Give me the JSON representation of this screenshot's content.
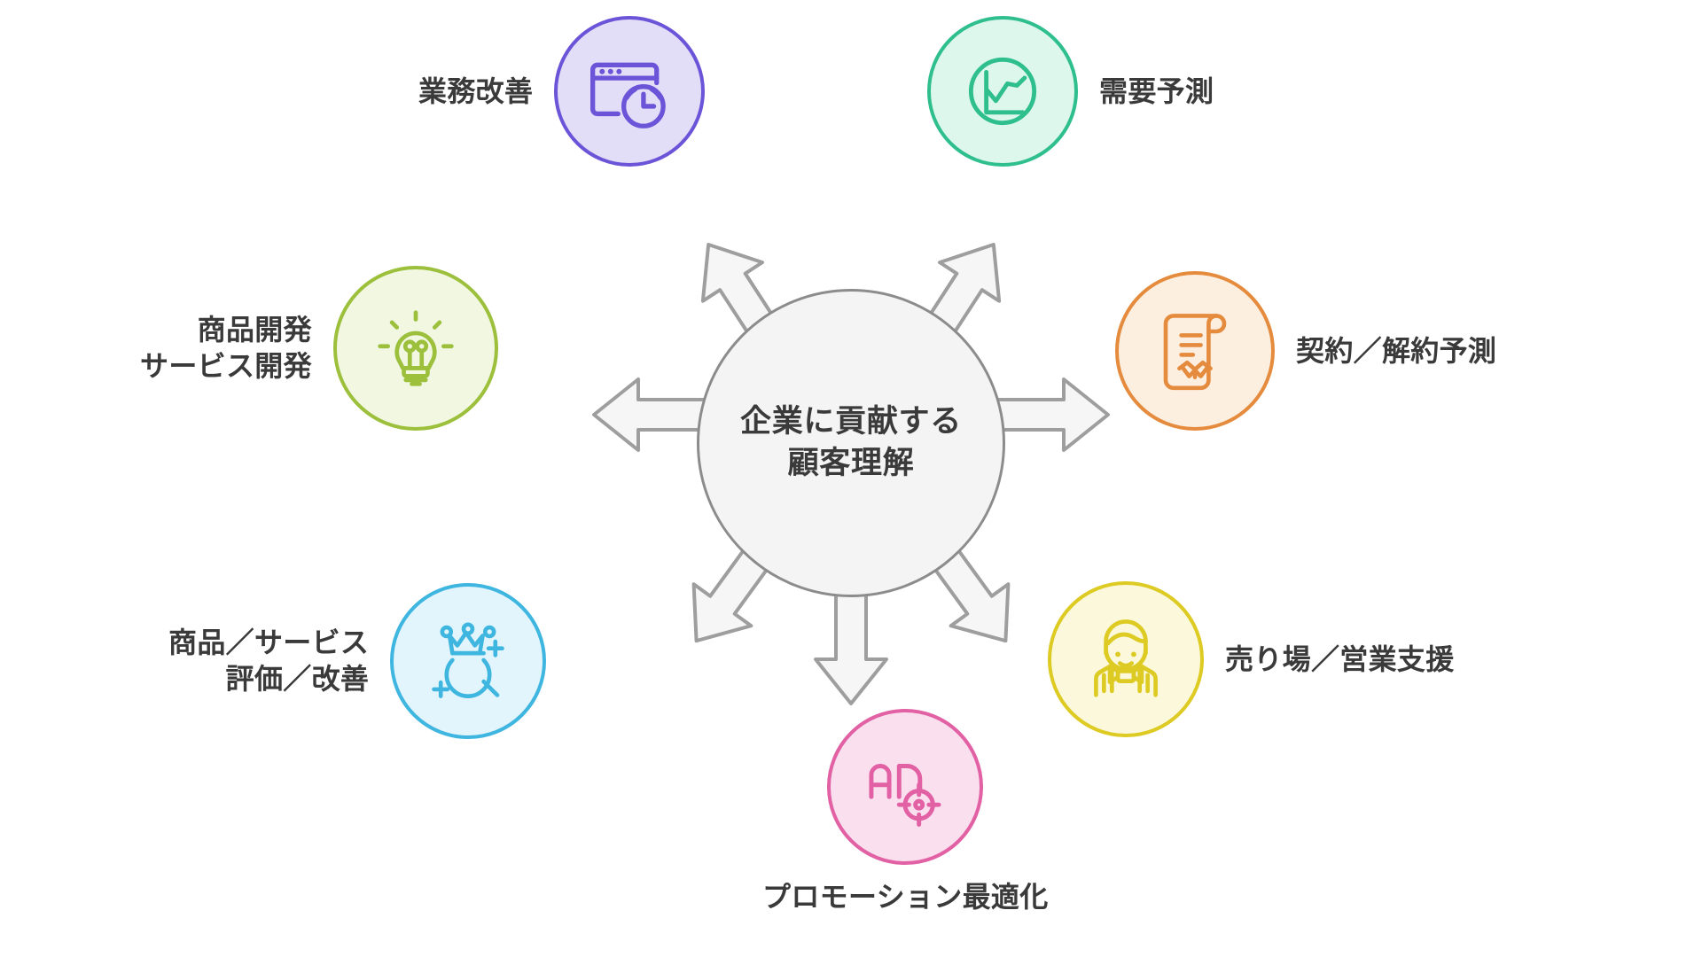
{
  "diagram": {
    "type": "hub-and-spoke",
    "center": {
      "line1": "企業に貢献する",
      "line2": "顧客理解",
      "fill_color": "#f4f4f4",
      "border_color": "#8c8c8c"
    },
    "arrow_color": "#9a9a9a",
    "arrow_fill": "#f6f6f6",
    "nodes": [
      {
        "id": "gyomu-kaizen",
        "label_line1": "業務改善",
        "label_line2": "",
        "icon": "browser-clock-icon",
        "color": "#6c54d8",
        "fill": "#e3def8",
        "position": "top-left"
      },
      {
        "id": "juyo-yosoku",
        "label_line1": "需要予測",
        "label_line2": "",
        "icon": "line-chart-circle-icon",
        "color": "#2fbf8f",
        "fill": "#ddf7ec",
        "position": "top-right"
      },
      {
        "id": "shohin-kaihatsu",
        "label_line1": "商品開発",
        "label_line2": "サービス開発",
        "icon": "lightbulb-icon",
        "color": "#9cc03c",
        "fill": "#f1f7e0",
        "position": "left"
      },
      {
        "id": "keiyaku-kaiyaku-yosoku",
        "label_line1": "契約／解約予測",
        "label_line2": "",
        "icon": "contract-handshake-icon",
        "color": "#e58b3d",
        "fill": "#fdefe0",
        "position": "right"
      },
      {
        "id": "hyouka-kaizen",
        "label_line1": "商品／サービス",
        "label_line2": "評価／改善",
        "icon": "crown-magnifier-icon",
        "color": "#3fb6e0",
        "fill": "#e2f5fc",
        "position": "bottom-left"
      },
      {
        "id": "uriba-eigyo-shien",
        "label_line1": "売り場／営業支援",
        "label_line2": "",
        "icon": "salesperson-icon",
        "color": "#ddcb24",
        "fill": "#fbf8db",
        "position": "bottom-right"
      },
      {
        "id": "promotion-saitekika",
        "label_line1": "プロモーション最適化",
        "label_line2": "",
        "icon": "ad-target-icon",
        "color": "#e260a4",
        "fill": "#fae0ef",
        "position": "bottom"
      }
    ]
  }
}
